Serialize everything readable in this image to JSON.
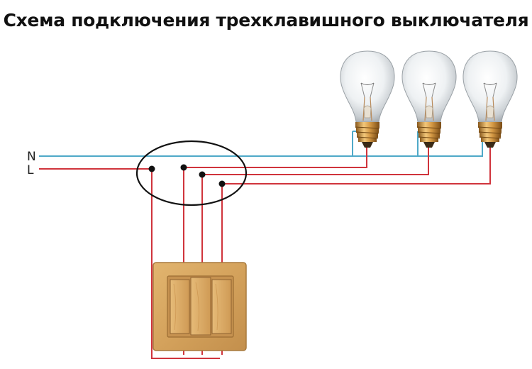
{
  "title": "Схема подключения трехклавишного выключателя",
  "labels": {
    "neutral": "N",
    "live": "L"
  },
  "colors": {
    "neutral_wire": "#4fa9c8",
    "live_wire": "#d0343c",
    "junction_box": "#111111",
    "switch_body": "#d9a862",
    "bulb_base": "#c8923a"
  },
  "components": {
    "bulbs": 3,
    "switch_keys": 3,
    "junction_box": "ellipse"
  }
}
